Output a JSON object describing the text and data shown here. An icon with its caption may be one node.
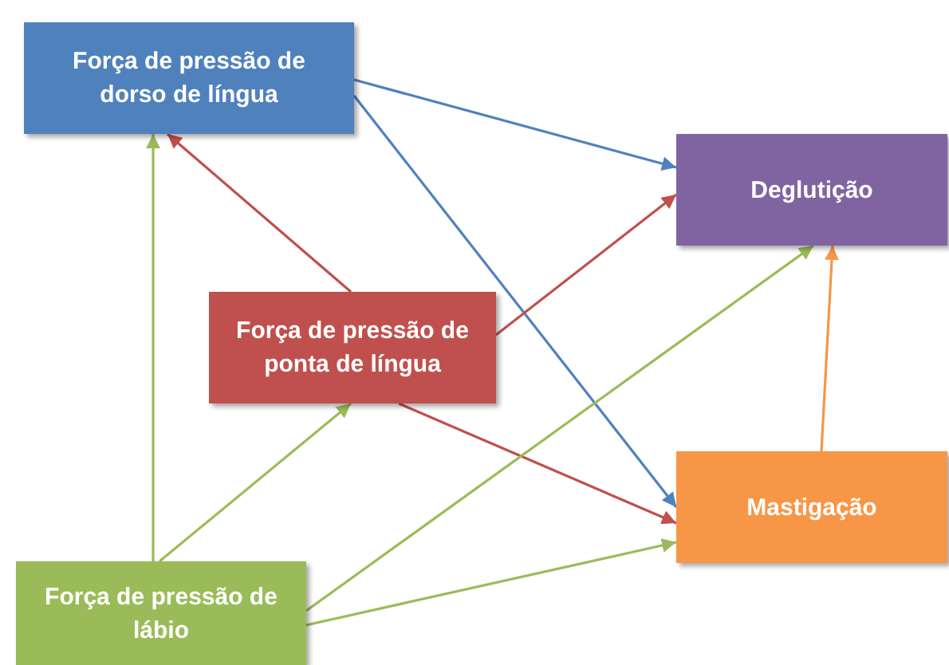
{
  "diagram": {
    "nodes": [
      {
        "text": [
          "Força de pressão de dorso de língua"
        ]
      },
      {
        "text": [
          "Deglutição"
        ]
      },
      {
        "text": [
          "Força de pressão de ponta de língua"
        ]
      },
      {
        "text": [
          "Mastigação"
        ]
      },
      {
        "text": [
          "Força de pressão de lábio"
        ]
      }
    ],
    "edges": [
      {
        "from": 0,
        "to": 1,
        "arrow": "to",
        "color": "#4f81bd"
      },
      {
        "from": 0,
        "to": 3,
        "arrow": "to",
        "color": "#4f81bd"
      },
      {
        "from": 2,
        "to": 0,
        "arrow": "to",
        "color": "#c0504d"
      },
      {
        "from": 2,
        "to": 1,
        "arrow": "to",
        "color": "#c0504d"
      },
      {
        "from": 2,
        "to": 3,
        "arrow": "to",
        "color": "#c0504d"
      },
      {
        "from": 4,
        "to": 0,
        "arrow": "to"
      },
      {
        "from": 4,
        "to": 2,
        "arrow": "to"
      },
      {
        "from": 4,
        "to": 1,
        "arrow": "to"
      },
      {
        "from": 4,
        "to": 3,
        "arrow": "to"
      },
      {
        "from": 3,
        "to": 1,
        "arrow": "to",
        "color": "#f79646"
      }
    ]
  }
}
